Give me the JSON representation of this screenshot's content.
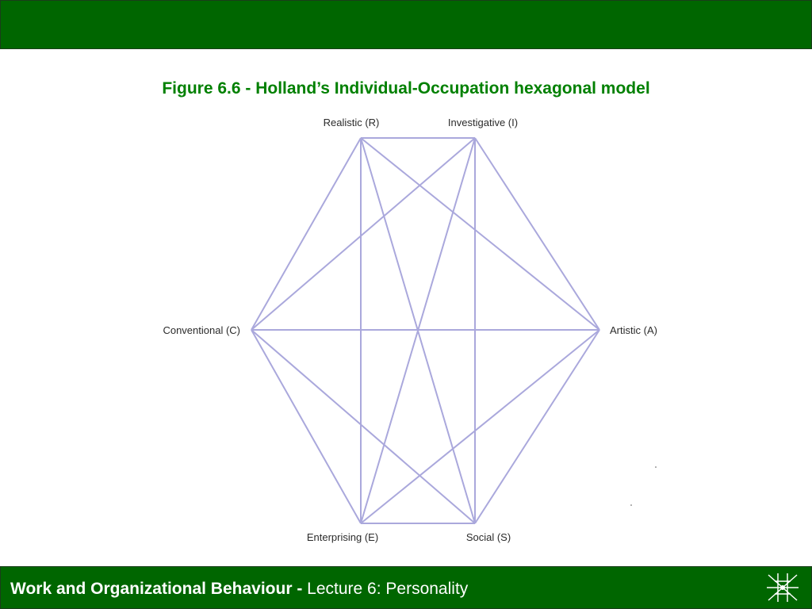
{
  "slide": {
    "title": "Figure 6.6 - Holland’s Individual-Occupation hexagonal model"
  },
  "diagram": {
    "line_color": "#aaa8dc",
    "nodes": {
      "realistic": "Realistic (R)",
      "investigative": "Investigative (I)",
      "artistic": "Artistic (A)",
      "social": "Social (S)",
      "enterprising": "Enterprising (E)",
      "conventional": "Conventional (C)"
    }
  },
  "footer": {
    "course": "Work and Organizational Behaviour - ",
    "lecture": "Lecture 6: Personality",
    "logo_icon": "network-star-icon"
  },
  "colors": {
    "band": "#006600",
    "title": "#008000",
    "footer_text": "#ffffff"
  }
}
